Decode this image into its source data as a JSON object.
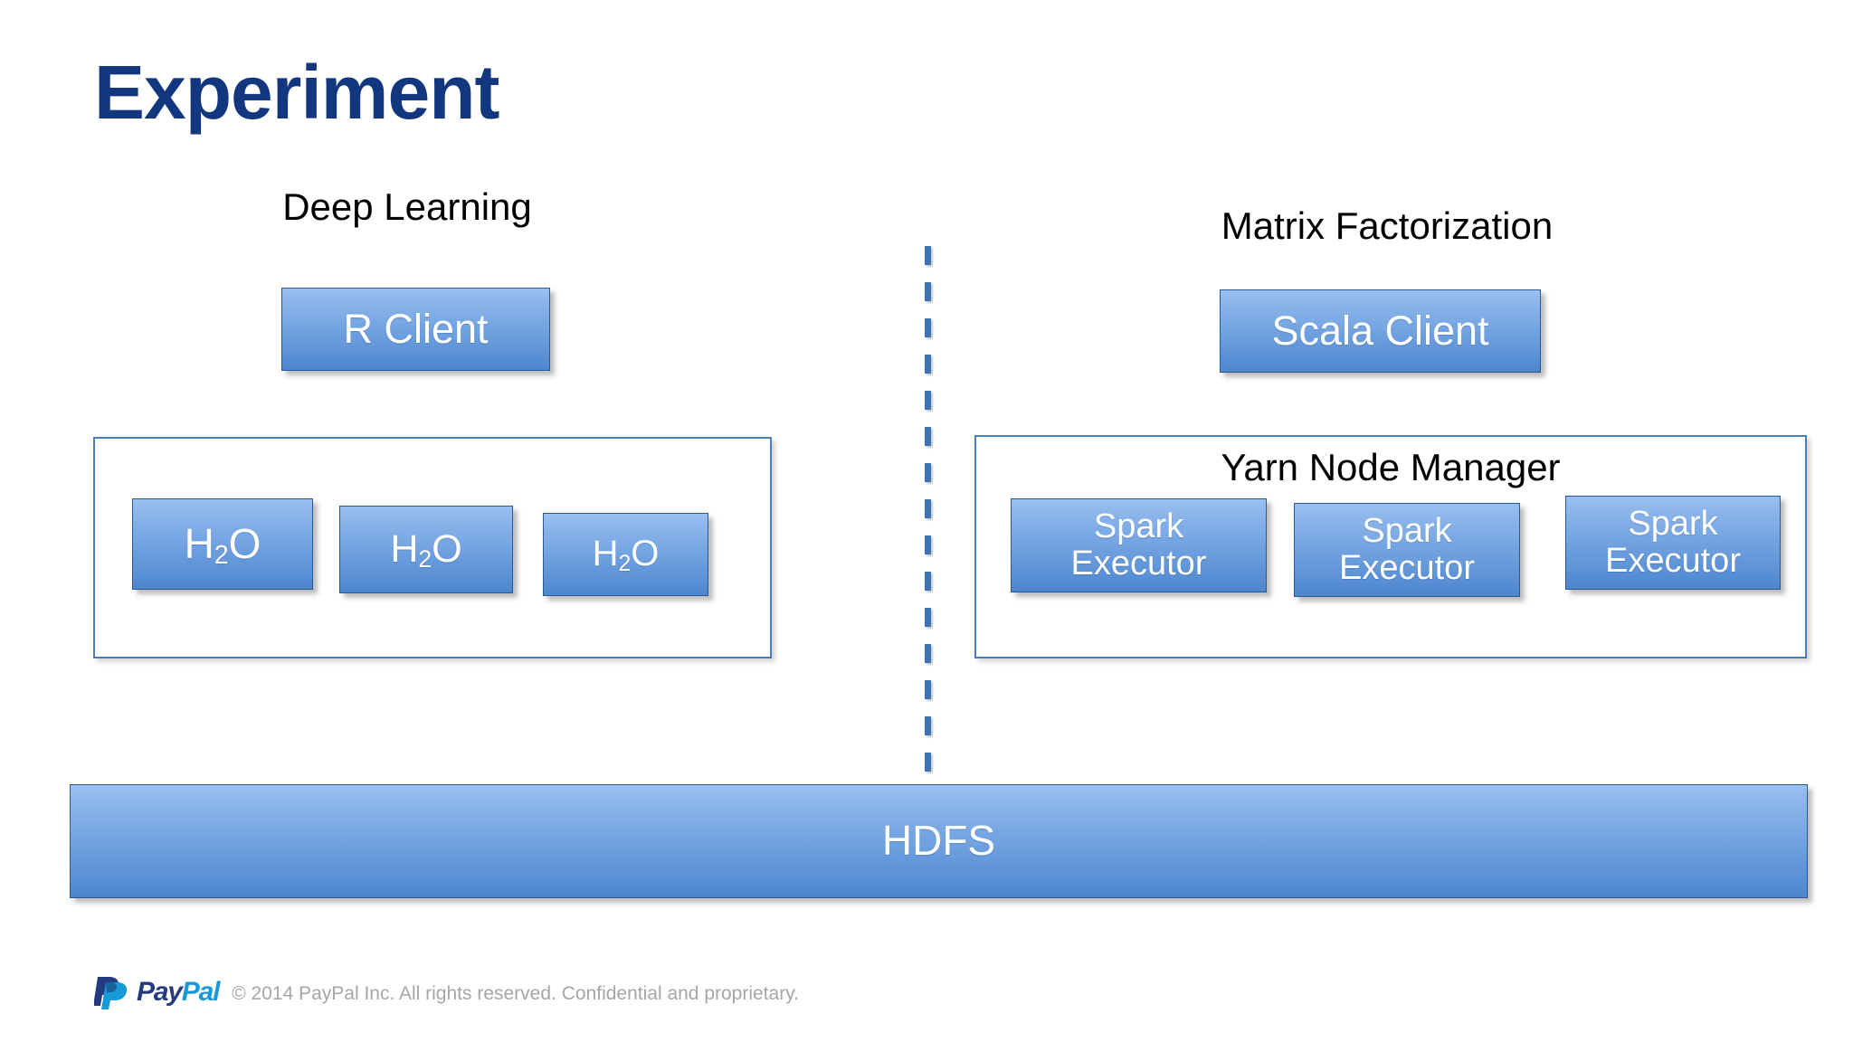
{
  "slide": {
    "title": "Experiment",
    "title_color": "#12377E",
    "background": "#FFFFFF"
  },
  "sections": {
    "left": {
      "heading": "Deep Learning",
      "client": {
        "label": "R Client",
        "icon": "client-box-icon"
      },
      "cluster": {
        "nodes": [
          {
            "element": "H",
            "subscript": "2",
            "suffix": "O",
            "label": "H2O"
          },
          {
            "element": "H",
            "subscript": "2",
            "suffix": "O",
            "label": "H2O"
          },
          {
            "element": "H",
            "subscript": "2",
            "suffix": "O",
            "label": "H2O"
          }
        ]
      }
    },
    "right": {
      "heading": "Matrix Factorization",
      "client": {
        "label": "Scala Client",
        "icon": "client-box-icon"
      },
      "cluster": {
        "label": "Yarn Node Manager",
        "nodes": [
          {
            "line1": "Spark",
            "line2": "Executor"
          },
          {
            "line1": "Spark",
            "line2": "Executor"
          },
          {
            "line1": "Spark",
            "line2": "Executor"
          }
        ]
      }
    }
  },
  "divider": {
    "style": "dashed-vertical",
    "color": "#3D72B4"
  },
  "storage": {
    "label": "HDFS"
  },
  "theme": {
    "box_gradient_top": "#9CC0F0",
    "box_gradient_bottom": "#4D86CE",
    "box_border": "#2B5A93",
    "panel_border": "#4A7EBB",
    "box_text": "#FFFFFF",
    "heading_text": "#000000",
    "footer_text": "#A6A6A6",
    "paypal_dark": "#253B80",
    "paypal_light": "#179BD7"
  },
  "footer": {
    "logo_text_part1": "Pay",
    "logo_text_part2": "Pal",
    "copyright": "© 2014 PayPal Inc. All rights reserved. Confidential and proprietary."
  }
}
